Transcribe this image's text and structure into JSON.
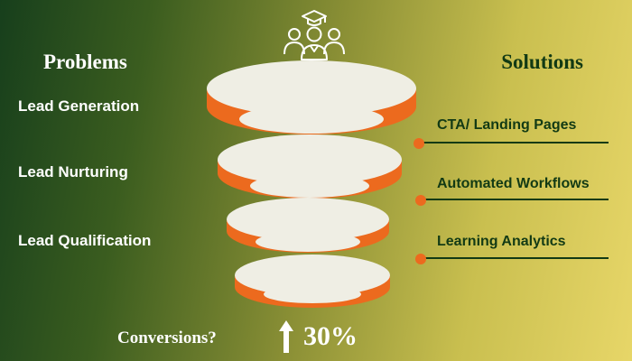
{
  "headings": {
    "problems": "Problems",
    "solutions": "Solutions"
  },
  "problems": [
    "Lead Generation",
    "Lead Nurturing",
    "Lead Qualification"
  ],
  "solutions": [
    "CTA/ Landing Pages",
    "Automated Workflows",
    "Learning Analytics"
  ],
  "conversion": {
    "label": "Conversions?",
    "value": "30%"
  },
  "colors": {
    "accent": "#ec6a1e",
    "ring_fill": "#efeee4",
    "dark_text": "#123a14"
  },
  "icons": {
    "top": "graduate-group-icon",
    "conversion": "arrow-up-icon"
  }
}
